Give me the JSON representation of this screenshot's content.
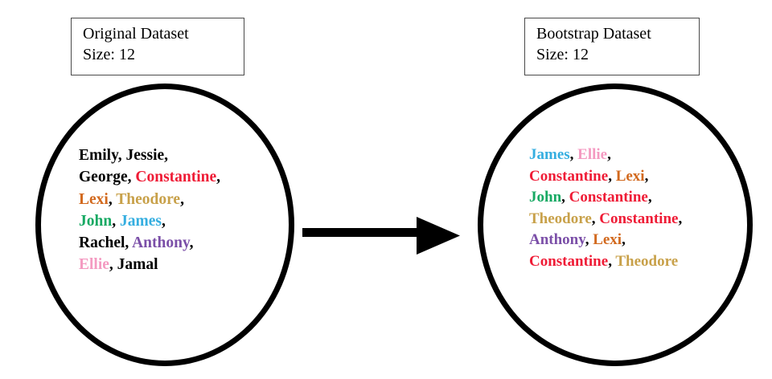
{
  "diagram": {
    "title_semantic": "bootstrap-resampling-diagram",
    "arrow_label": "resample-with-replacement-arrow"
  },
  "left_panel": {
    "box": {
      "line1": "Original Dataset",
      "line2": "Size: 12"
    },
    "rows": [
      [
        {
          "name": "Emily",
          "color": "#000000"
        },
        {
          "name": "Jessie",
          "color": "#000000"
        }
      ],
      [
        {
          "name": "George",
          "color": "#000000"
        },
        {
          "name": "Constantine",
          "color": "#ef1c36"
        }
      ],
      [
        {
          "name": "Lexi",
          "color": "#d2691e"
        },
        {
          "name": "Theodore",
          "color": "#c8a14a"
        }
      ],
      [
        {
          "name": "John",
          "color": "#17a963"
        },
        {
          "name": "James",
          "color": "#35aee0"
        }
      ],
      [
        {
          "name": "Rachel",
          "color": "#000000"
        },
        {
          "name": "Anthony",
          "color": "#7b4fa8"
        }
      ],
      [
        {
          "name": "Ellie",
          "color": "#f49ac1"
        },
        {
          "name": "Jamal",
          "color": "#000000"
        }
      ]
    ]
  },
  "right_panel": {
    "box": {
      "line1": "Bootstrap Dataset",
      "line2": "Size: 12"
    },
    "rows": [
      [
        {
          "name": "James",
          "color": "#35aee0"
        },
        {
          "name": "Ellie",
          "color": "#f49ac1"
        }
      ],
      [
        {
          "name": "Constantine",
          "color": "#ef1c36"
        },
        {
          "name": "Lexi",
          "color": "#d2691e"
        }
      ],
      [
        {
          "name": "John",
          "color": "#17a963"
        },
        {
          "name": "Constantine",
          "color": "#ef1c36"
        }
      ],
      [
        {
          "name": "Theodore",
          "color": "#c8a14a"
        },
        {
          "name": "Constantine",
          "color": "#ef1c36"
        }
      ],
      [
        {
          "name": "Anthony",
          "color": "#7b4fa8"
        },
        {
          "name": "Lexi",
          "color": "#d2691e"
        }
      ],
      [
        {
          "name": "Constantine",
          "color": "#ef1c36"
        },
        {
          "name": "Theodore",
          "color": "#c8a14a"
        }
      ]
    ]
  },
  "style": {
    "separator": ",",
    "stroke_color": "#000000",
    "background": "#ffffff"
  }
}
